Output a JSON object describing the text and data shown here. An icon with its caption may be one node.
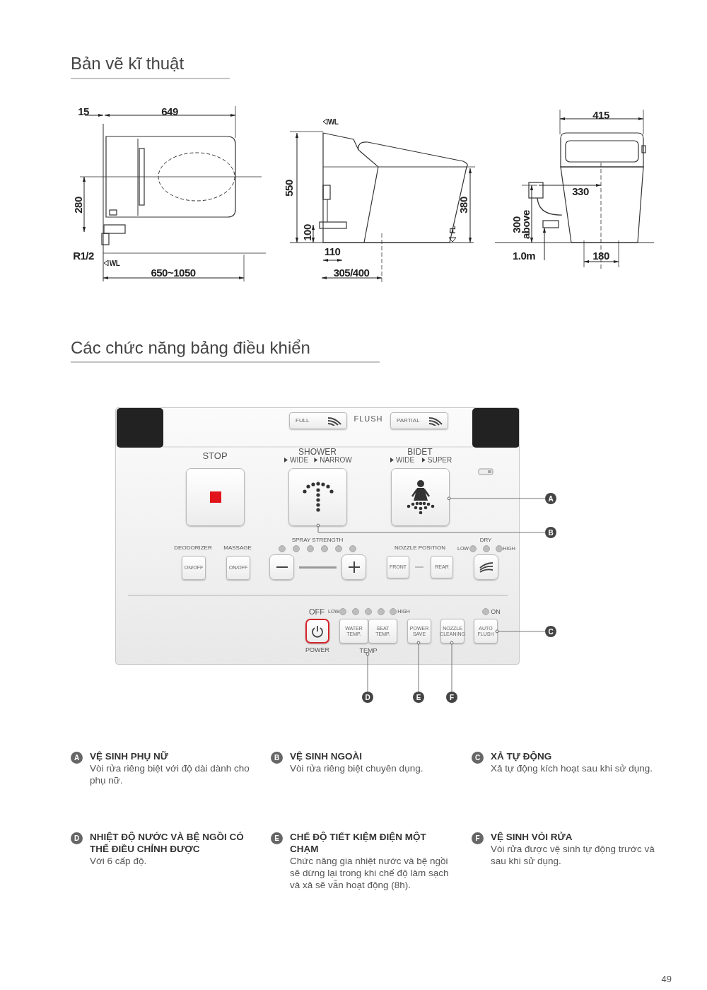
{
  "diagram": {
    "title": "Bản vẽ kĩ thuật",
    "nodes": [
      {
        "text": [
          "FLUSH",
          "STOP",
          "SHOWER",
          "WIDE",
          "NARROW",
          "BIDET",
          "WIDE",
          "SUPER",
          "SPRAY STRENGTH",
          "DEODORIZER",
          "MASSAGE",
          "NOZZLE POSITION",
          "DRY",
          "LOW",
          "HIGH",
          "OFF",
          "LOW",
          "HIGH",
          "ON"
        ]
      },
      {
        "text": [
          "FULL"
        ],
        "in": 0
      },
      {
        "text": [
          "PARTIAL"
        ],
        "in": 0
      },
      {
        "text": [],
        "shape": "box",
        "in": 0
      },
      {
        "text": [],
        "shape": "box",
        "in": 0
      },
      {
        "text": [],
        "shape": "box",
        "in": 0
      },
      {
        "text": [
          "ON/OFF"
        ],
        "in": 0
      },
      {
        "text": [
          "ON/OFF"
        ],
        "in": 0
      },
      {
        "text": [],
        "shape": "box",
        "in": 0
      },
      {
        "text": [],
        "shape": "box",
        "in": 0
      },
      {
        "text": [
          "FRONT"
        ],
        "in": 0
      },
      {
        "text": [
          "REAR"
        ],
        "in": 0
      },
      {
        "text": [],
        "shape": "box",
        "in": 0
      },
      {
        "text": [],
        "shape": "box",
        "in": 0,
        "beside": [
          "POWER"
        ]
      },
      {
        "text": [
          "WATER TEMP."
        ],
        "in": 0
      },
      {
        "text": [
          "SEAT TEMP."
        ],
        "in": 0
      },
      {
        "text": [
          "POWER SAVE"
        ],
        "in": 0
      },
      {
        "text": [
          "NOZZLE CLEANING"
        ],
        "in": 0
      },
      {
        "text": [
          "AUTO FLUSH"
        ],
        "in": 0
      },
      {
        "text": [
          "TEMP"
        ],
        "in": 0
      },
      {
        "text": [
          "A"
        ]
      },
      {
        "text": [
          "B"
        ]
      },
      {
        "text": [
          "C"
        ]
      },
      {
        "text": [
          "D"
        ]
      },
      {
        "text": [
          "E"
        ]
      },
      {
        "text": [
          "F"
        ]
      },
      {
        "text": [
          "A"
        ],
        "beside": [
          "VỆ SINH PHỤ NỮ",
          "Vòi rửa riêng biệt với độ dài dành cho phụ nữ."
        ]
      },
      {
        "text": [
          "B"
        ],
        "beside": [
          "VỆ SINH NGOÀI",
          "Vòi rửa riêng biệt chuyên dụng."
        ]
      },
      {
        "text": [
          "C"
        ],
        "beside": [
          "XẢ TỰ ĐỘNG",
          "Xả tự động kích hoạt sau khi sử dụng."
        ]
      },
      {
        "text": [
          "D"
        ],
        "beside": [
          "NHIỆT ĐỘ NƯỚC VÀ BỆ NGỒI CÓ THỂ ĐIỀU CHỈNH ĐƯỢC",
          "Với 6 cấp độ."
        ]
      },
      {
        "text": [
          "E"
        ],
        "beside": [
          "CHẾ ĐỘ TIẾT KIỆM ĐIỆN MỘT CHẠM",
          "Chức năng gia nhiệt nước và bệ ngồi sẽ dừng lại trong khi chế độ làm sạch và xả sẽ vẫn hoạt động (8h)."
        ]
      },
      {
        "text": [
          "F"
        ],
        "beside": [
          "VỆ SINH VÒI RỬA",
          "Vòi rửa được vệ sinh tự động trước và sau khi sử dụng."
        ]
      }
    ],
    "edges": [
      {
        "from": 20,
        "to": 5,
        "arrow": "other"
      },
      {
        "from": 21,
        "to": 4,
        "arrow": "other"
      },
      {
        "from": 22,
        "to": 18,
        "arrow": "other"
      },
      {
        "from": 23,
        "to": 19,
        "arrow": "other"
      },
      {
        "from": 24,
        "to": 16,
        "arrow": "other"
      },
      {
        "from": 25,
        "to": 17,
        "arrow": "other"
      }
    ],
    "labels": [
      "15",
      "649",
      "280",
      "R1/2",
      "WL",
      "650~1050",
      "WL",
      "550",
      "100",
      "110",
      "305/400",
      "380",
      "FL",
      "415",
      "330",
      "300 above",
      "1.0m",
      "180",
      "Các chức năng bảng điều khiển",
      "49"
    ]
  }
}
